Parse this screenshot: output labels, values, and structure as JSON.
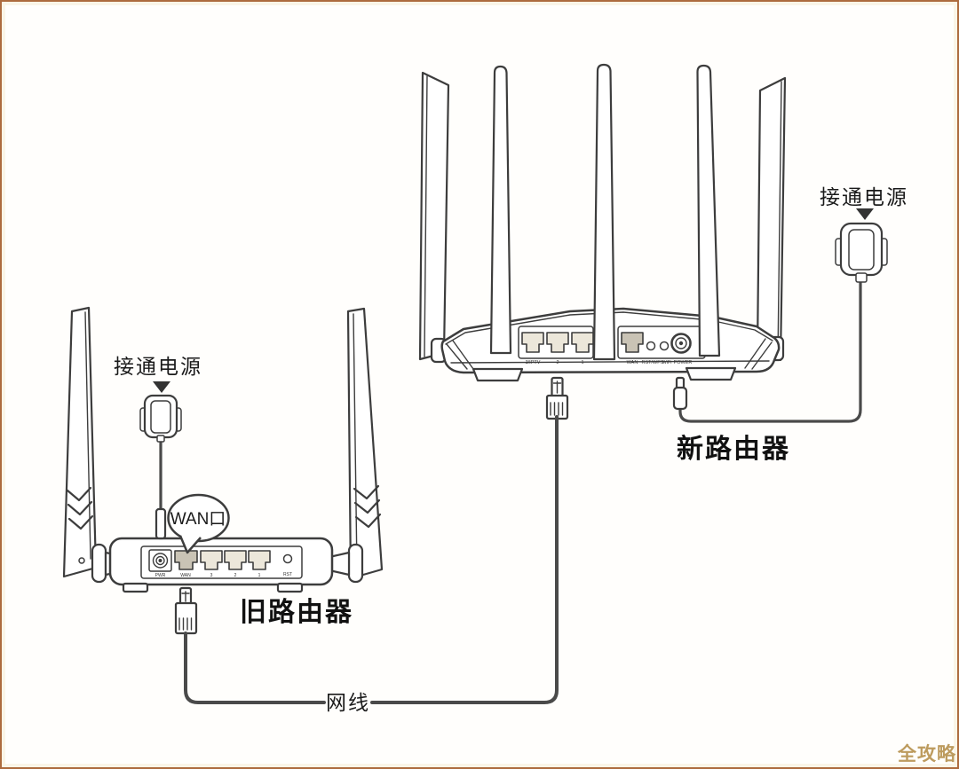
{
  "old_router": {
    "name": "旧路由器",
    "power_label": "接通电源",
    "wan_callout": "WAN口",
    "port_labels": {
      "pwr": "PWR",
      "wan": "WAN",
      "p3": "3",
      "p2": "2",
      "p1": "1",
      "rst": "RST"
    }
  },
  "new_router": {
    "name": "新路由器",
    "power_label": "接通电源",
    "port_labels": {
      "iptv": "3/IPTV",
      "p2": "2",
      "p1": "1",
      "wan": "WAN",
      "rst_wps": "RST/WPS",
      "wifi": "WiFi",
      "power": "POWER"
    }
  },
  "cable": {
    "label": "网线"
  },
  "watermark": "全攻略",
  "colors": {
    "line": "#3d3d3d",
    "cable": "#4a4a4a",
    "lan_port_fill": "#ece7da",
    "wan_port_fill": "#c9c3b5",
    "watermark": "#b6914d",
    "frame_border": "#ad6b3e"
  }
}
